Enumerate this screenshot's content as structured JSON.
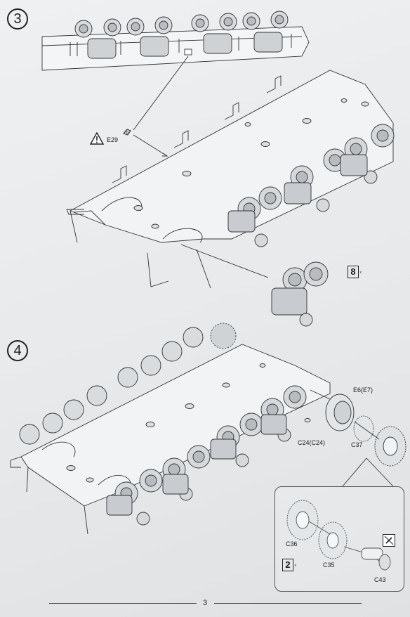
{
  "steps": {
    "step3": {
      "number": "3"
    },
    "step4": {
      "number": "4"
    }
  },
  "labels": {
    "e29": "E29",
    "e6": "E6(E7)",
    "c24": "C24(C24)",
    "c37": "C37",
    "c36": "C36",
    "c35": "C35",
    "c43": "C43"
  },
  "quantities": {
    "step3_qty": "8",
    "step4_inset_qty": "2",
    "times_mark": "x"
  },
  "page": {
    "number": "3"
  },
  "icons": [
    "warning-triangle-icon",
    "glue-prohibited-icon"
  ]
}
